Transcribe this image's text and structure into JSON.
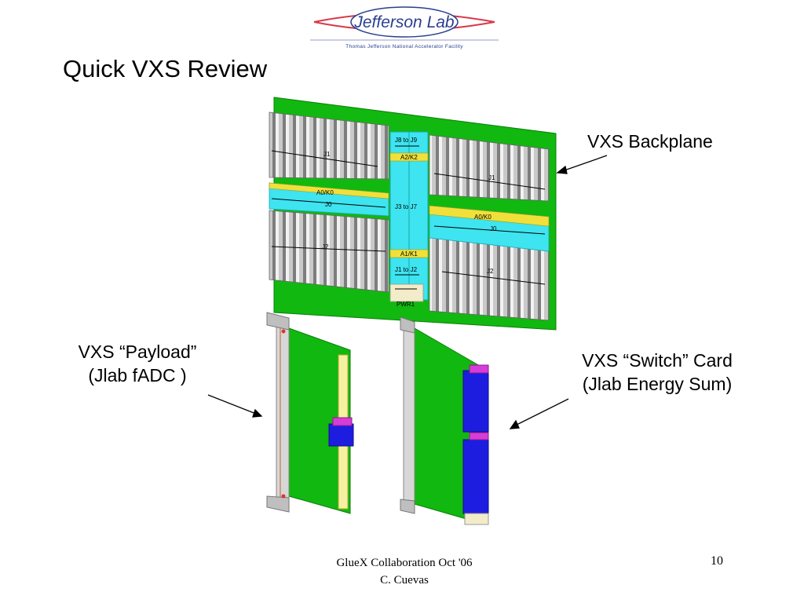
{
  "logo": {
    "name": "Jefferson Lab",
    "subtitle": "Thomas Jefferson National Accelerator Facility"
  },
  "slide": {
    "title": "Quick VXS Review"
  },
  "labels": {
    "backplane": "VXS Backplane",
    "payload_line1": "VXS “Payload”",
    "payload_line2": "(Jlab fADC )",
    "switch_line1": "VXS “Switch” Card",
    "switch_line2": "(Jlab Energy Sum)"
  },
  "backplane": {
    "left_j1": "J1",
    "left_a0k0": "A0/K0",
    "left_j0": "J0",
    "left_j2": "J2",
    "center_j8j9": "J8 to J9",
    "center_a2k2": "A2/K2",
    "center_j3j7": "J3 to J7",
    "center_a1k1": "A1/K1",
    "center_j1j2": "J1 to J2",
    "center_pwr1": "PWR1",
    "right_j1": "J1",
    "right_a0k0": "A0/K0",
    "right_j0": "J0",
    "right_j2": "J2"
  },
  "footer": {
    "line1": "GlueX Collaboration Oct '06",
    "line2": "C. Cuevas"
  },
  "page_number": "10",
  "colors": {
    "board_green": "#11b80f",
    "connector_cyan": "#3ee4ef",
    "key_yellow": "#f1e03a",
    "module_blue": "#1d1de0",
    "module_magenta": "#d83cd8",
    "logo_red": "#d9394a",
    "logo_blue": "#2a3f8f"
  }
}
